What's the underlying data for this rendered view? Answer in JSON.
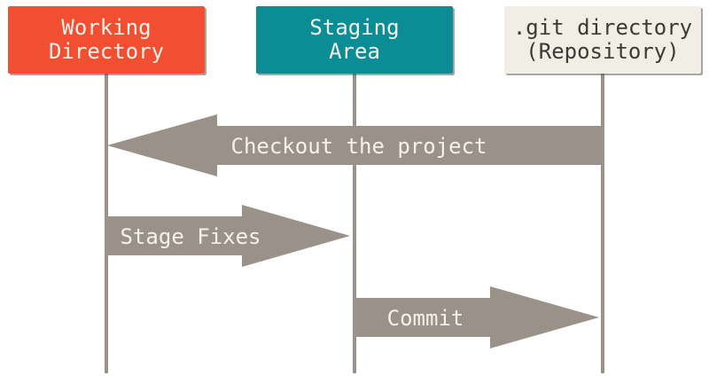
{
  "diagram": {
    "background_color": "#FFFFFF",
    "arrow_color": "#9A9289",
    "columns": [
      {
        "name": "working-directory",
        "label_line1": "Working",
        "label_line2": "Directory",
        "fill_color": "#F14E32",
        "text_color": "#F4F1EA"
      },
      {
        "name": "staging-area",
        "label_line1": "Staging",
        "label_line2": "Area",
        "fill_color": "#0A8D95",
        "text_color": "#F4F1EA"
      },
      {
        "name": "git-directory",
        "label_line1": ".git directory",
        "label_line2": "(Repository)",
        "fill_color": "#F0EEE5",
        "text_color": "#3E3934"
      }
    ],
    "arrows": [
      {
        "name": "checkout",
        "label": "Checkout the project",
        "from": "git-directory",
        "to": "working-directory",
        "direction": "left"
      },
      {
        "name": "stage-fixes",
        "label": "Stage Fixes",
        "from": "working-directory",
        "to": "staging-area",
        "direction": "right"
      },
      {
        "name": "commit",
        "label": "Commit",
        "from": "staging-area",
        "to": "git-directory",
        "direction": "right"
      }
    ]
  }
}
